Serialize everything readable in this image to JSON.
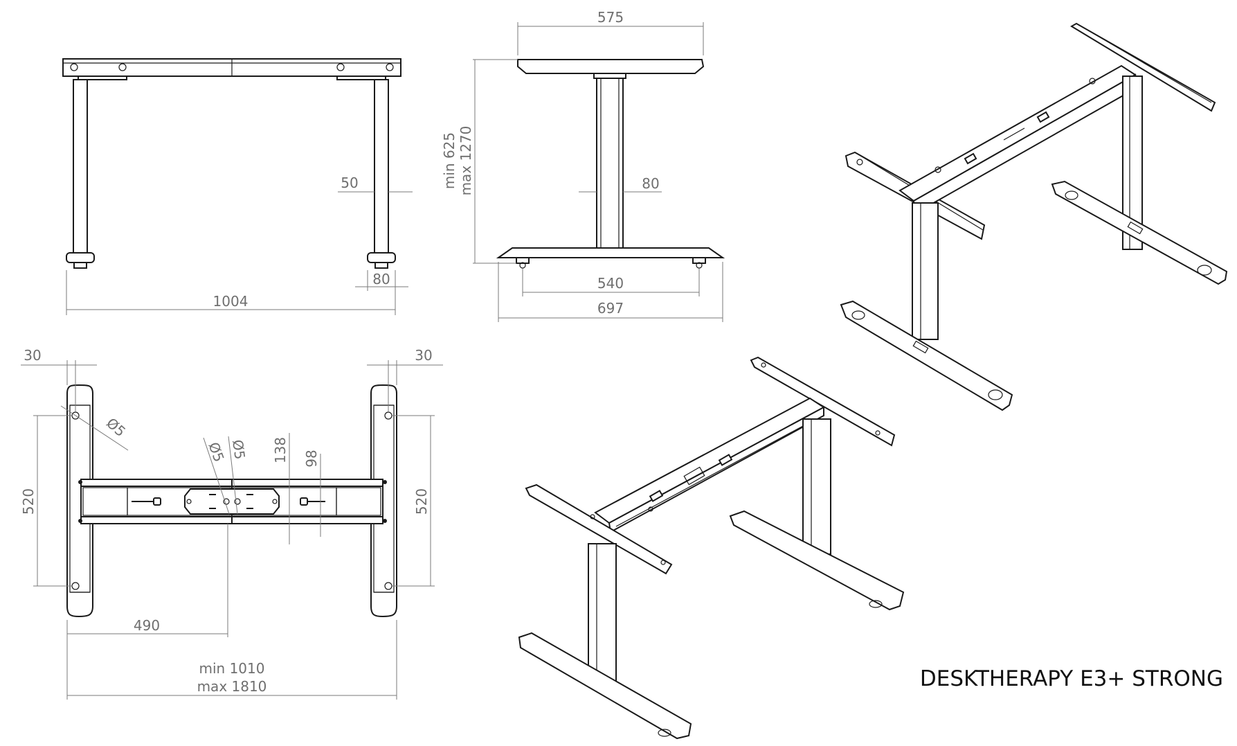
{
  "title": "DESKTHERAPY E3+ STRONG",
  "dimensions": {
    "front": {
      "foot_width": "50",
      "foot_depth": "80",
      "overall_width": "1004"
    },
    "side": {
      "top_plate": "575",
      "height_min": "min 625",
      "height_max": "max 1270",
      "column": "80",
      "foot_holes": "540",
      "foot_length": "697"
    },
    "top": {
      "offset_left": "30",
      "offset_right": "30",
      "hole_a": "Ø5",
      "hole_b": "Ø5",
      "hole_c": "Ø5",
      "beam_outer": "138",
      "beam_inner": "98",
      "depth_left": "520",
      "depth_right": "520",
      "half_width": "490",
      "width_min": "min 1010",
      "width_max": "max 1810"
    }
  }
}
